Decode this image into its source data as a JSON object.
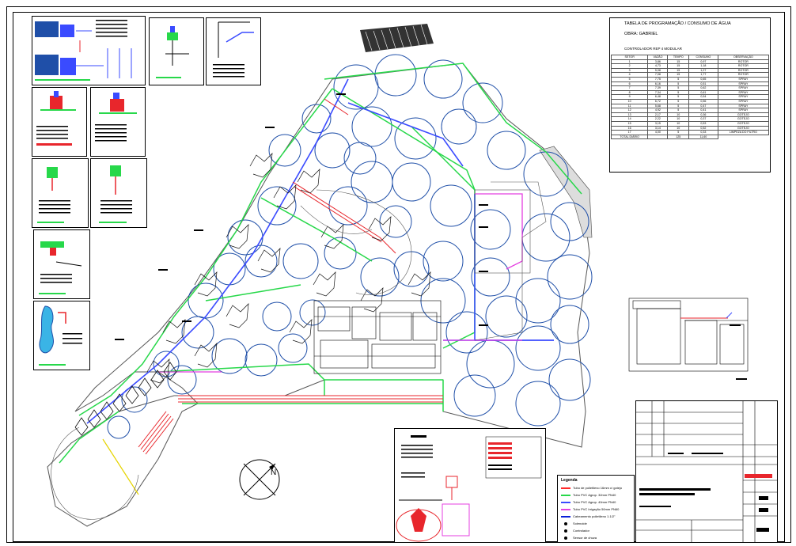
{
  "table": {
    "title": "TABELA DE PROGRAMAÇÃO / CONSUMO DE ÁGUA",
    "obra": "OBRA: GABRIEL",
    "controller": "CONTROLADOR REP 4 MODULAR",
    "header": [
      "SETOR",
      "VAZÃO",
      "TEMPO",
      "CONSUMO",
      "OBSERVAÇÃO"
    ],
    "rows": [
      [
        "1",
        "3,86",
        "15",
        "0,97",
        "ROTOR"
      ],
      [
        "2",
        "4,73",
        "15",
        "1,18",
        "ROTOR"
      ],
      [
        "3",
        "5,08",
        "15",
        "1,27",
        "ROTOR"
      ],
      [
        "4",
        "7,08",
        "15",
        "1,77",
        "ROTOR"
      ],
      [
        "5",
        "7,75",
        "5",
        "0,65",
        "SPRAY"
      ],
      [
        "6",
        "6,16",
        "5",
        "0,51",
        "SPRAY"
      ],
      [
        "7",
        "7,39",
        "5",
        "0,62",
        "SPRAY"
      ],
      [
        "8",
        "7,34",
        "5",
        "0,61",
        "SPRAY"
      ],
      [
        "9",
        "6,48",
        "5",
        "0,54",
        "SPRAY"
      ],
      [
        "10",
        "6,72",
        "5",
        "0,56",
        "SPRAY"
      ],
      [
        "11",
        "5,68",
        "5",
        "0,47",
        "SPRAY"
      ],
      [
        "12",
        "4,92",
        "5",
        "0,41",
        "SPRAY"
      ],
      [
        "13",
        "2,17",
        "10",
        "0,36",
        "GOTEJO"
      ],
      [
        "14",
        "2,22",
        "10",
        "0,37",
        "GOTEJO"
      ],
      [
        "15",
        "3,15",
        "10",
        "0,53",
        "GOTEJO"
      ],
      [
        "16",
        "3,14",
        "10",
        "0,52",
        "GOTEJO"
      ],
      [
        "17",
        "4,00",
        "5",
        "0,33",
        "LIMPEZA DO FILTRO"
      ]
    ],
    "total_row": [
      "TOTAL DIÁRIO",
      "",
      "125",
      "11,60"
    ]
  },
  "legend": {
    "title": "Legenda",
    "items": [
      {
        "label": "Tubo de polietileno 16mm c/ gotejo",
        "color": "#ff2a2a"
      },
      {
        "label": "Tubo PVC Agrop. 32mm PN40",
        "color": "#27d84a"
      },
      {
        "label": "Tubo PVC Agrop. 40mm PN40",
        "color": "#3a4bff"
      },
      {
        "label": "Tubo PVC Irrigação 50mm PN60",
        "color": "#e43fe0"
      },
      {
        "label": "Cabeamento polietileno 1.1/2\"",
        "color": "#0a1fd8"
      },
      {
        "label": "Solenoide",
        "color": "#000000"
      },
      {
        "label": "Controlador",
        "color": "#000000"
      },
      {
        "label": "Sensor de chuva",
        "color": "#000000"
      }
    ]
  },
  "colors": {
    "green": "#27d84a",
    "blue_spray": "#1f4fa8",
    "red": "#e8262c",
    "magenta": "#e43fe0",
    "blue_main": "#3a4bff",
    "black": "#000000"
  },
  "north_label": "N"
}
